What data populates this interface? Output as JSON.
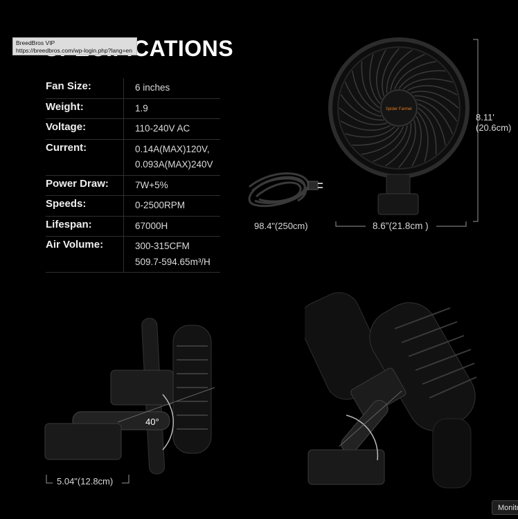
{
  "heading": "SPECIFICATIONS",
  "tooltip": {
    "title": "BreedBros VIP",
    "url": "https://breedbros.com/wp-login.php?lang=en"
  },
  "specs": [
    {
      "label": "Fan Size:",
      "values": [
        "6 inches"
      ]
    },
    {
      "label": "Weight:",
      "values": [
        "1.9"
      ]
    },
    {
      "label": "Voltage:",
      "values": [
        "110-240V AC"
      ]
    },
    {
      "label": "Current:",
      "values": [
        "0.14A(MAX)120V,",
        "0.093A(MAX)240V"
      ]
    },
    {
      "label": "Power Draw:",
      "values": [
        "7W+5%"
      ]
    },
    {
      "label": "Speeds:",
      "values": [
        "0-2500RPM"
      ]
    },
    {
      "label": "Lifespan:",
      "values": [
        "67000H"
      ]
    },
    {
      "label": "Air Volume:",
      "values": [
        "300-315CFM",
        "509.7-594.65m³/H"
      ]
    }
  ],
  "dimensions": {
    "cord_length": "98.4\"(250cm)",
    "fan_width": "8.6\"(21.8cm )",
    "fan_height_in": "8.11'",
    "fan_height_cm": "(20.6cm)",
    "clip_width": "5.04\"(12.8cm)",
    "tilt_angle": "40°"
  },
  "product_brand": "Spider Farmer",
  "monitor_button": "Monitor",
  "colors": {
    "background": "#000000",
    "text": "#dddddd",
    "tooltip_bg": "#dddddd"
  }
}
